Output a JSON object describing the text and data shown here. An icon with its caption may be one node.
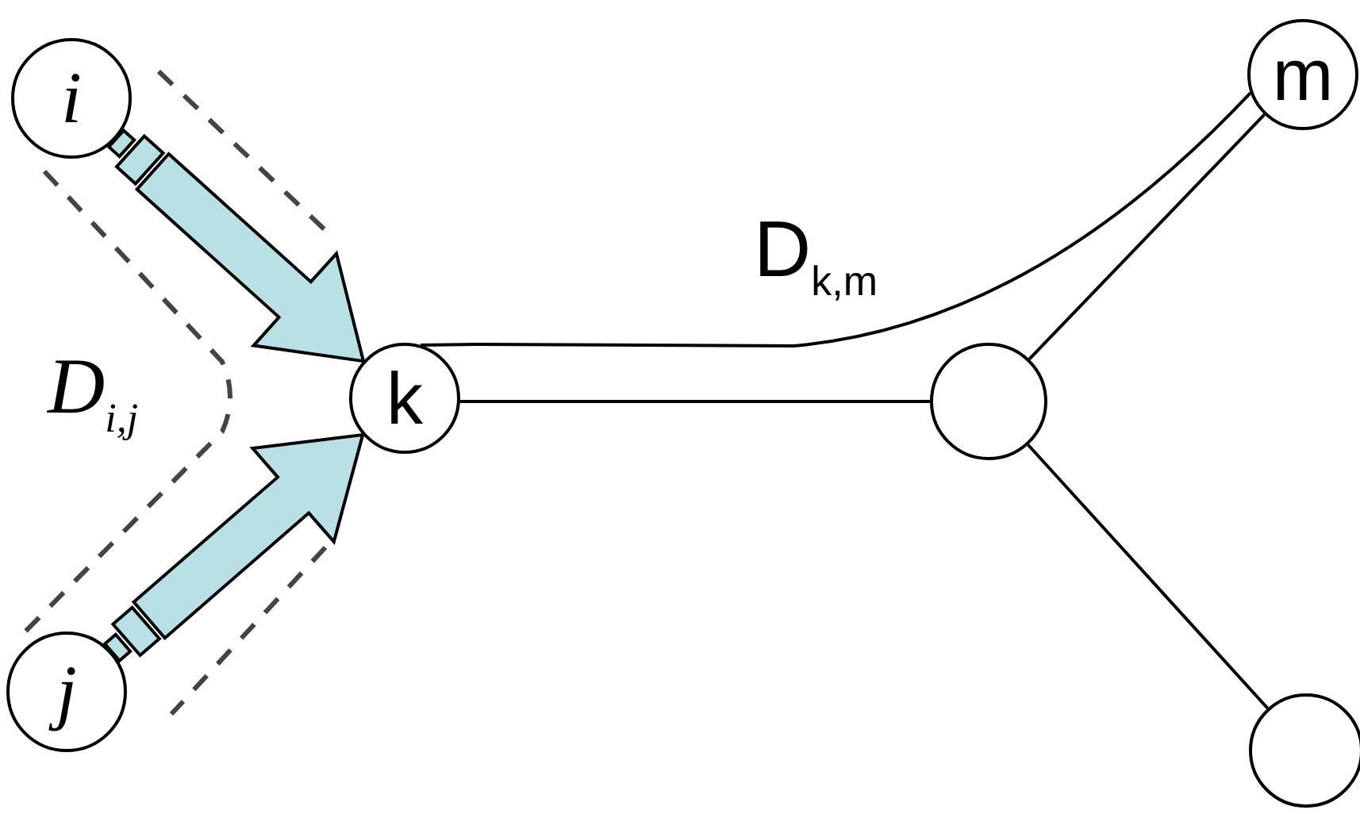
{
  "diagram": {
    "nodes": [
      {
        "text": [
          "i"
        ]
      },
      {
        "text": [
          "j"
        ]
      },
      {
        "text": [
          "k"
        ]
      },
      {
        "text": [],
        "shape": "circle"
      },
      {
        "text": [
          "m"
        ]
      },
      {
        "text": [],
        "shape": "circle"
      }
    ],
    "edges": [
      {
        "from": 0,
        "to": 2,
        "arrow": "to",
        "style": "thick",
        "color": "#b9e0e4"
      },
      {
        "from": 1,
        "to": 2,
        "arrow": "to",
        "style": "thick",
        "color": "#b9e0e4"
      },
      {
        "from": 2,
        "to": 4,
        "arrow": "none",
        "label": "D$_{k,m}$"
      },
      {
        "from": 2,
        "to": 3,
        "arrow": "none"
      },
      {
        "from": 3,
        "to": 4,
        "arrow": "none"
      },
      {
        "from": 3,
        "to": 5,
        "arrow": "none"
      }
    ],
    "labels": [
      "D$_{i,j}$"
    ]
  }
}
